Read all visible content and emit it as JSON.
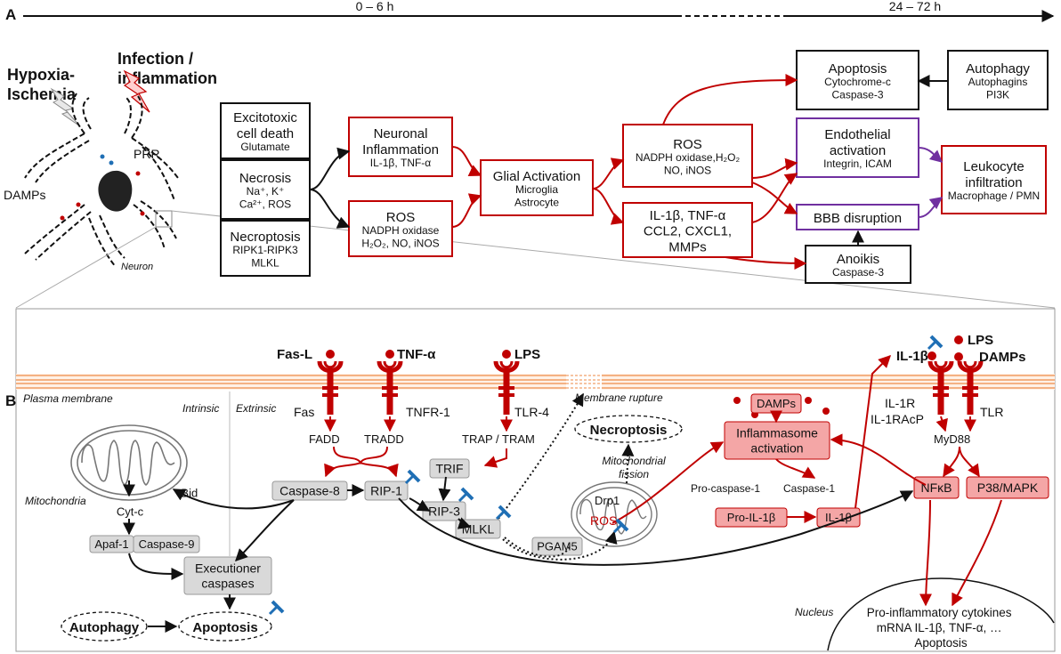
{
  "panel_a": {
    "label": "A",
    "timeline": {
      "t1": "0 – 6 h",
      "t2": "24 – 72 h"
    },
    "triggers": {
      "hypoxia": [
        "Hypoxia-",
        "Ischemia"
      ],
      "infection": [
        "Infection /",
        "inflammation"
      ]
    },
    "neuron": {
      "prr": "PRR",
      "damps": "DAMPs",
      "neuron": "Neuron"
    },
    "boxes": {
      "excitotoxic": {
        "title": [
          "Excitotoxic",
          "cell death"
        ],
        "sub": [
          "Glutamate"
        ]
      },
      "necrosis": {
        "title": [
          "Necrosis"
        ],
        "sub": [
          "Na⁺, K⁺",
          "Ca²⁺, ROS"
        ]
      },
      "necroptosis": {
        "title": [
          "Necroptosis"
        ],
        "sub": [
          "RIPK1-RIPK3",
          "MLKL"
        ]
      },
      "neuro_inflam": {
        "title": [
          "Neuronal",
          "Inflammation"
        ],
        "sub": [
          "IL-1β, TNF-α"
        ]
      },
      "ros1": {
        "title": [
          "ROS"
        ],
        "sub": [
          "NADPH oxidase",
          "H₂O₂, NO, iNOS"
        ]
      },
      "glial": {
        "title": [
          "Glial Activation"
        ],
        "sub": [
          "Microglia",
          "Astrocyte"
        ]
      },
      "ros2": {
        "title": [
          "ROS"
        ],
        "sub": [
          "NADPH oxidase,H₂O₂",
          "NO, iNOS"
        ]
      },
      "cytokines": {
        "title": [
          "IL-1β, TNF-α",
          "CCL2, CXCL1,",
          "MMPs"
        ],
        "sub": []
      },
      "apoptosis": {
        "title": [
          "Apoptosis"
        ],
        "sub": [
          "Cytochrome-c",
          "Caspase-3"
        ]
      },
      "autophagy": {
        "title": [
          "Autophagy"
        ],
        "sub": [
          "Autophagins",
          "PI3K"
        ]
      },
      "endothelial": {
        "title": [
          "Endothelial",
          "activation"
        ],
        "sub": [
          "Integrin, ICAM"
        ]
      },
      "bbb": {
        "title": [
          "BBB disruption"
        ],
        "sub": []
      },
      "anoikis": {
        "title": [
          "Anoikis"
        ],
        "sub": [
          "Caspase-3"
        ]
      },
      "leukocyte": {
        "title": [
          "Leukocyte",
          "infiltration"
        ],
        "sub": [
          "Macrophage / PMN"
        ]
      }
    }
  },
  "panel_b": {
    "label": "B",
    "regions": {
      "plasma_membrane": "Plasma membrane",
      "intrinsic": "Intrinsic",
      "extrinsic": "Extrinsic",
      "mitochondria": "Mitochondria",
      "nucleus": "Nucleus",
      "membrane_rupture": "Membrane rupture",
      "mito_fission": [
        "Mitochondrial",
        "fission"
      ]
    },
    "ligands": {
      "fasl": "Fas-L",
      "tnfa": "TNF-α",
      "lps": "LPS",
      "il1b": "IL-1β",
      "lps2": "LPS",
      "damps": "DAMPs"
    },
    "receptors": {
      "fas": "Fas",
      "tnfr1": "TNFR-1",
      "tlr4": "TLR-4",
      "il1r": "IL-1R",
      "il1racp": "IL-1RAcP",
      "tlr": "TLR"
    },
    "adaptors": {
      "fadd": "FADD",
      "tradd": "TRADD",
      "trap": "TRAP / TRAM",
      "myd88": "MyD88",
      "drp1": "Drp1",
      "procasp1": "Pro-caspase-1",
      "casp1": "Caspase-1"
    },
    "gray_boxes": {
      "casp8": "Caspase-8",
      "rip1": "RIP-1",
      "rip3": "RIP-3",
      "mlkl": "MLKL",
      "trif": "TRIF",
      "pgam5": "PGAM5",
      "tbid": "tBid",
      "cytc": "Cyt-c",
      "apaf": "Apaf-1",
      "casp9": "Caspase-9",
      "exec": [
        "Executioner",
        "caspases"
      ]
    },
    "red_boxes": {
      "damps": "DAMPs",
      "inflammasome": [
        "Inflammasome",
        "activation"
      ],
      "proil1b": "Pro-IL-1β",
      "il1b": "IL-1β",
      "nfkb": "NFκB",
      "p38": "P38/MAPK"
    },
    "ellipses": {
      "necroptosis": "Necroptosis",
      "autophagy": "Autophagy",
      "apoptosis": "Apoptosis"
    },
    "ros": "ROS",
    "nucleus_text": [
      "Pro-inflammatory cytokines",
      "mRNA IL-1β, TNF-α, …",
      "Apoptosis"
    ]
  },
  "colors": {
    "red": "#c00000",
    "blue": "#1f6fb5",
    "purple": "#7030a0",
    "gray_box": "#d9d9d9",
    "red_box": "#f4a6a6",
    "membrane": "#f4b183"
  }
}
